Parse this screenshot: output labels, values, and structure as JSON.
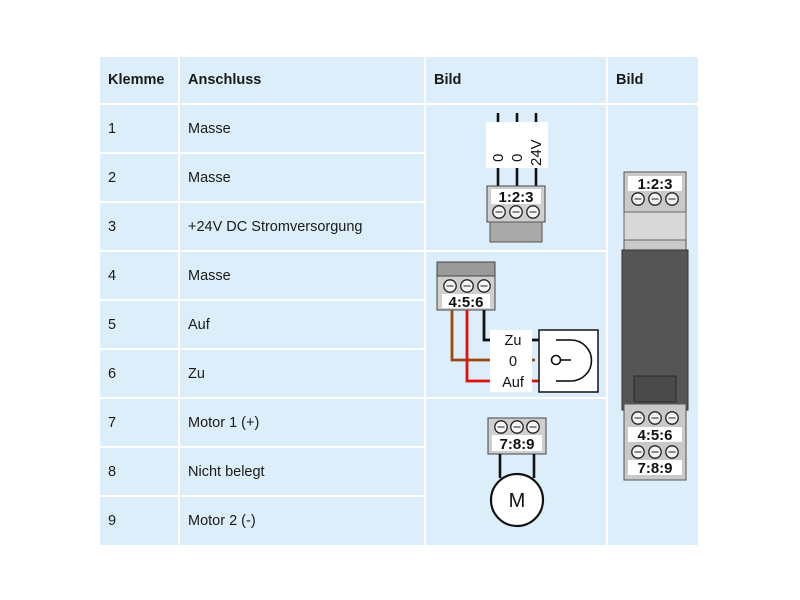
{
  "header": {
    "klemme": "Klemme",
    "anschluss": "Anschluss",
    "bild1": "Bild",
    "bild2": "Bild"
  },
  "rows": [
    {
      "klemme": "1",
      "anschluss": "Masse"
    },
    {
      "klemme": "2",
      "anschluss": "Masse"
    },
    {
      "klemme": "3",
      "anschluss": "+24V DC Stromversorgung"
    },
    {
      "klemme": "4",
      "anschluss": "Masse"
    },
    {
      "klemme": "5",
      "anschluss": "Auf"
    },
    {
      "klemme": "6",
      "anschluss": "Zu"
    },
    {
      "klemme": "7",
      "anschluss": "Motor 1 (+)"
    },
    {
      "klemme": "8",
      "anschluss": "Nicht belegt"
    },
    {
      "klemme": "9",
      "anschluss": "Motor 2 (-)"
    }
  ],
  "diagram": {
    "supply": {
      "wire1": "0",
      "wire2": "0",
      "wire3": "24V",
      "terminals": "1:2:3"
    },
    "valve": {
      "terminals": "4:5:6",
      "zu": "Zu",
      "null": "0",
      "auf": "Auf"
    },
    "motor": {
      "terminals": "7:8:9",
      "symbol": "M"
    },
    "module": {
      "top_terminals": "1:2:3",
      "mid_terminals": "4:5:6",
      "bottom_terminals": "7:8:9"
    },
    "colors": {
      "wire_brown": "#9a4a10",
      "wire_red": "#e01010",
      "housing_dark": "#555555",
      "housing_light": "#c9c9c9",
      "table_bg": "#dceef9"
    }
  }
}
